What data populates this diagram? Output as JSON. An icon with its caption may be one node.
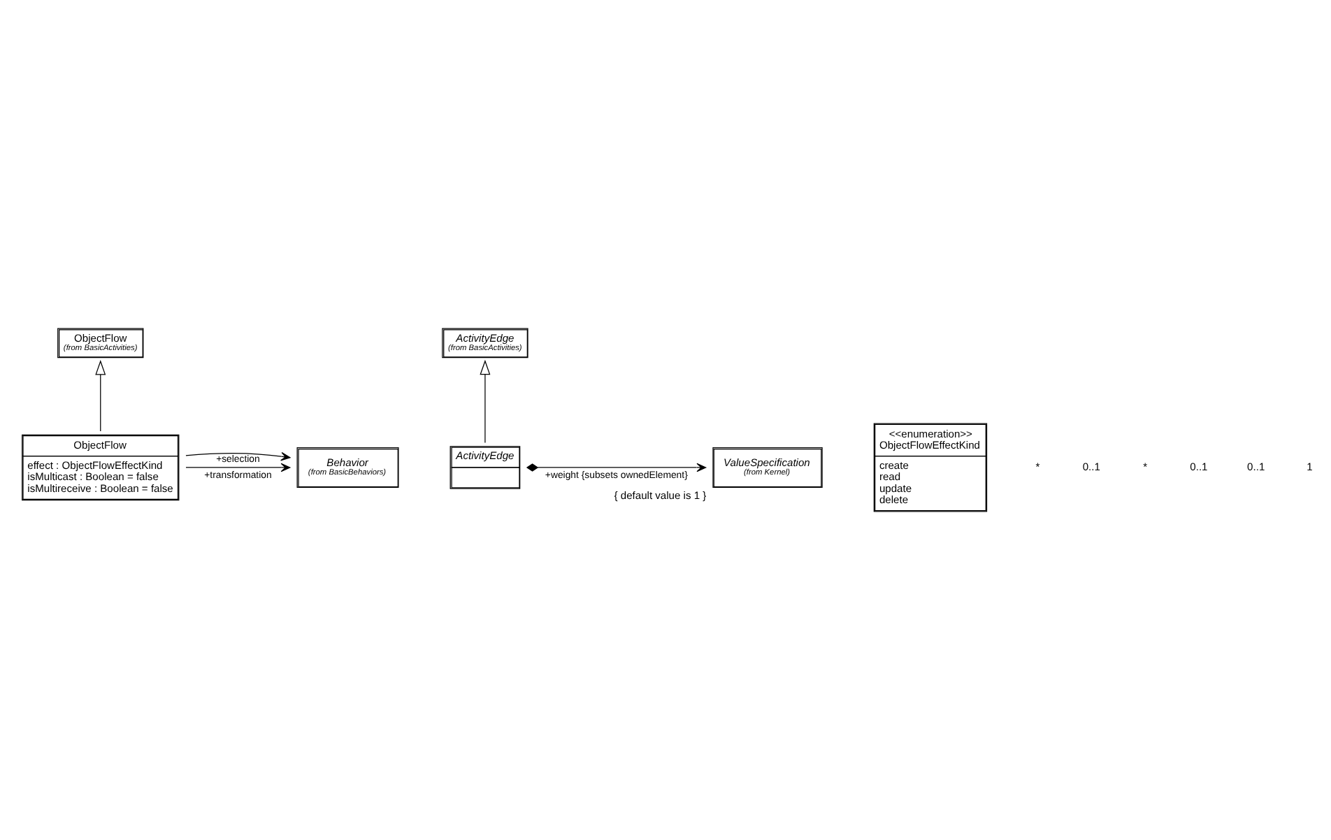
{
  "diagram": {
    "nodes": [
      {
        "text": [
          "ObjectFlow",
          "(from BasicActivities)"
        ]
      },
      {
        "text": [
          "ObjectFlow",
          "effect : ObjectFlowEffectKind",
          "isMulticast : Boolean = false",
          "isMultireceive : Boolean = false"
        ]
      },
      {
        "text": [
          "Behavior",
          "(from BasicBehaviors)"
        ]
      },
      {
        "text": [
          "ActivityEdge",
          "(from BasicActivities)"
        ]
      },
      {
        "text": [
          "ActivityEdge"
        ]
      },
      {
        "text": [
          "ValueSpecification",
          "(from Kernel)"
        ],
        "beside": [
          "{ default value is 1 }"
        ]
      },
      {
        "text": [
          "<<enumeration>>",
          "ObjectFlowEffectKind",
          "create",
          "read",
          "update",
          "delete"
        ]
      }
    ],
    "edges": [
      {
        "from": 1,
        "to": 0,
        "arrow": "to"
      },
      {
        "from": 1,
        "to": 2,
        "arrow": "to",
        "label": "+transformation"
      },
      {
        "from": 1,
        "to": 2,
        "arrow": "to",
        "label": "+selection"
      },
      {
        "from": 4,
        "to": 3,
        "arrow": "to"
      },
      {
        "from": 4,
        "to": 5,
        "arrow": "to",
        "label": "+weight {subsets ownedElement}"
      }
    ],
    "labels": [
      "*",
      "0..1",
      "*",
      "0..1",
      "0..1",
      "1"
    ]
  }
}
